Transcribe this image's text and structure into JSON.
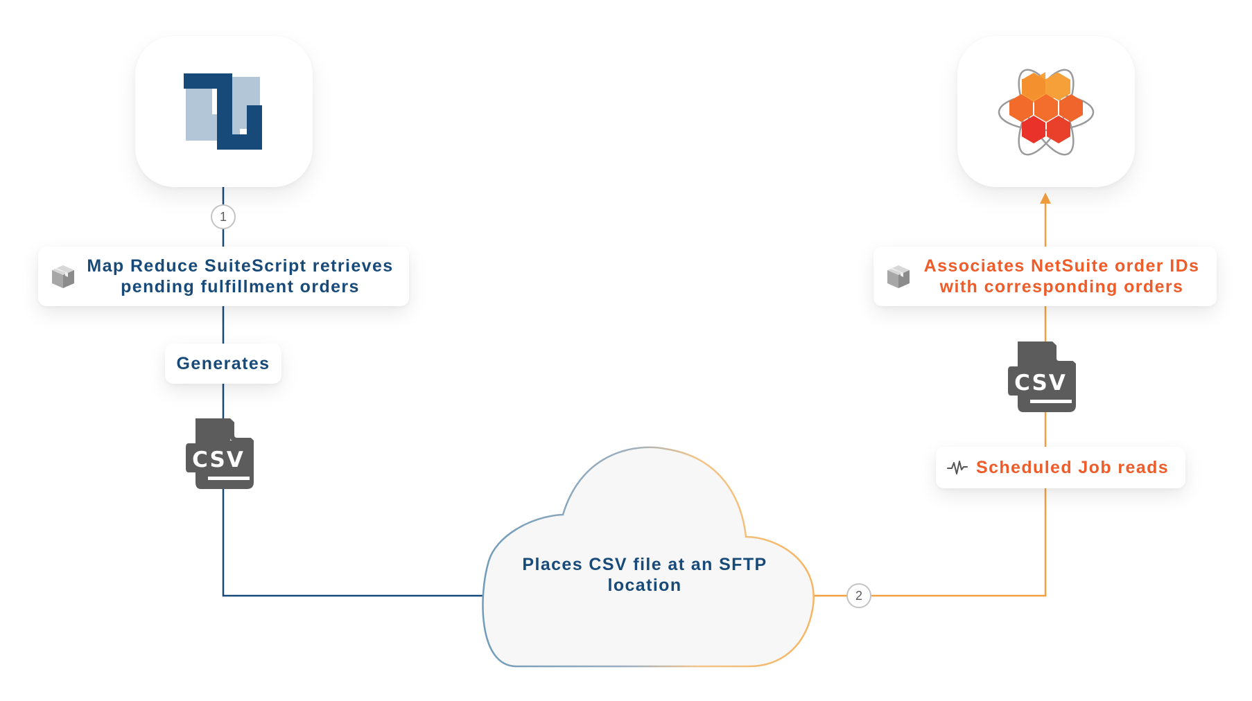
{
  "source_app": {
    "name": "NetSuite",
    "icon": "netsuite-logo",
    "step_number": "1",
    "process_label_lines": [
      "Map Reduce SuiteScript retrieves",
      "pending fulfillment orders"
    ],
    "process_icon": "box-icon",
    "output_label": "Generates",
    "output_icon": "csv-file-icon",
    "output_icon_text": "CSV",
    "color": "#174a78"
  },
  "transfer": {
    "label_lines": [
      "Places CSV file at an SFTP",
      "location"
    ],
    "icon": "cloud-icon"
  },
  "target_app": {
    "name": "Celigo",
    "icon": "integrator-hex-atom-logo",
    "step_number": "2",
    "read_label": "Scheduled Job reads",
    "read_icon": "pulse-icon",
    "file_icon": "csv-file-icon",
    "file_icon_text": "CSV",
    "result_label_lines": [
      "Associates NetSuite order IDs",
      "with corresponding orders"
    ],
    "result_icon": "box-icon",
    "color": "#ef5c2a",
    "connector_color": "#f4a040"
  }
}
